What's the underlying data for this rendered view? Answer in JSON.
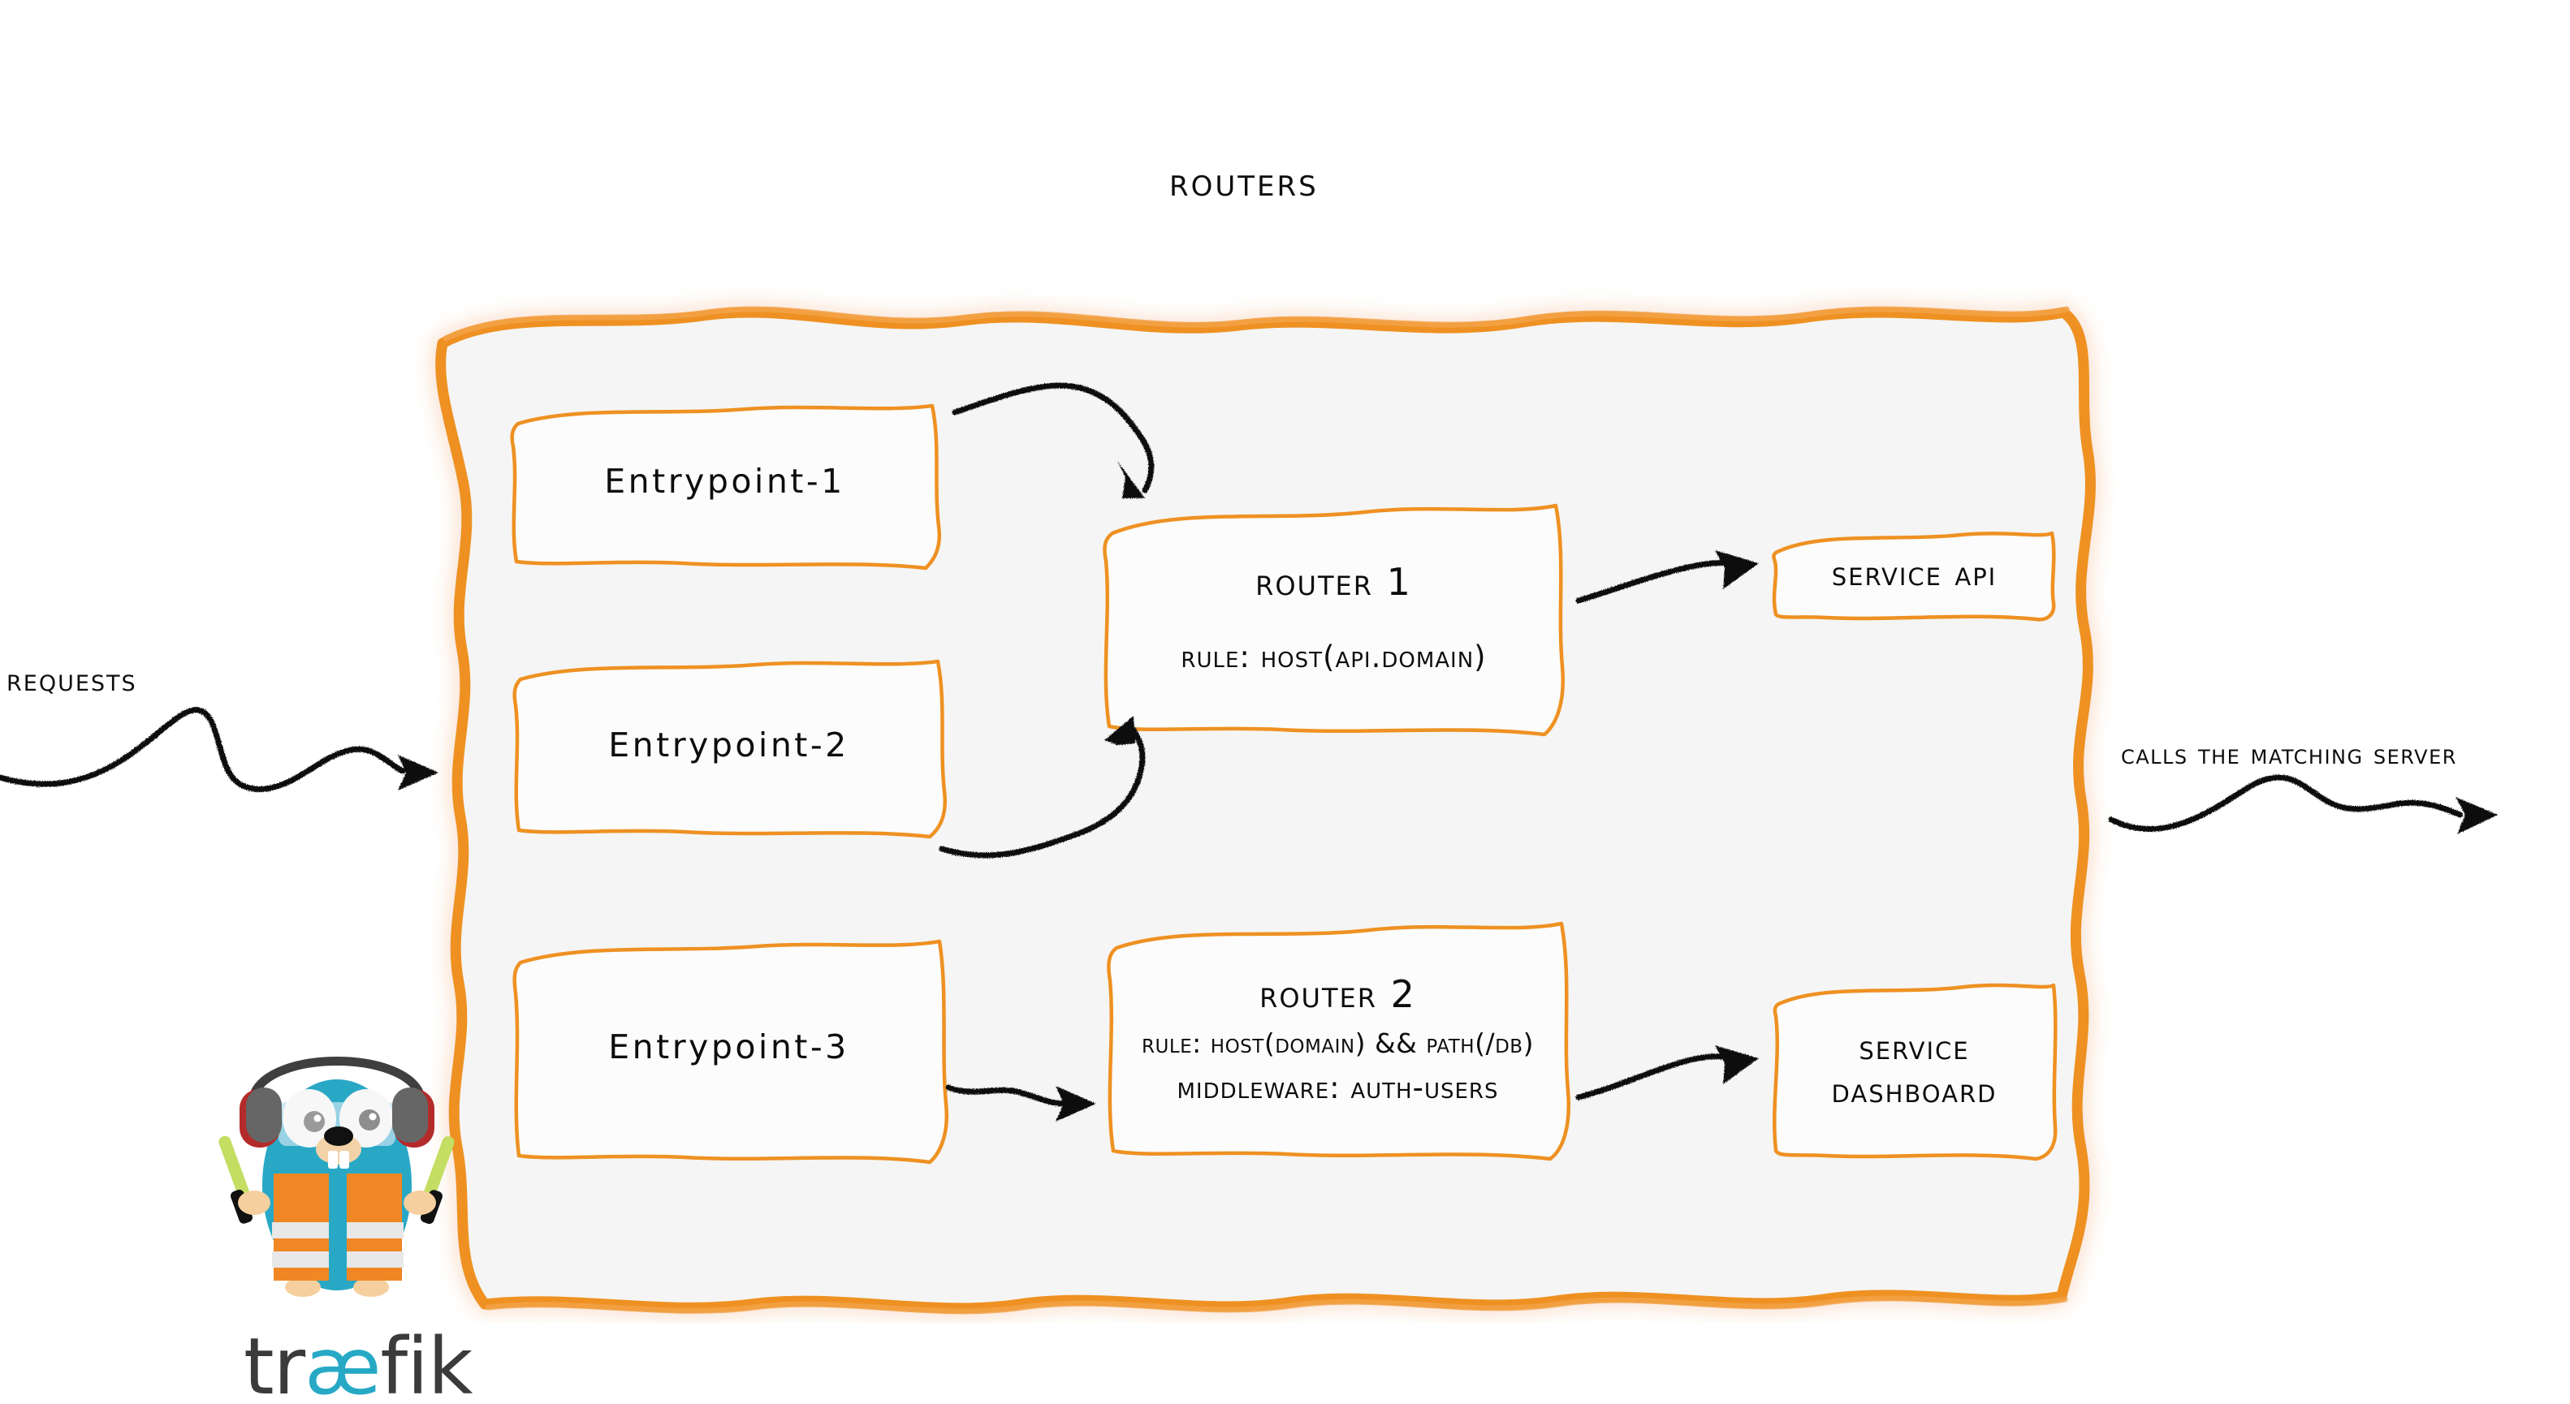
{
  "diagram": {
    "title": "Routers",
    "panel": {
      "fill_color": "#f5f5f5",
      "border_color": "#ee9122",
      "glow_color": "#f7a93e"
    },
    "entrypoints": [
      {
        "id": "entrypoint-1",
        "label": "Entrypoint-1"
      },
      {
        "id": "entrypoint-2",
        "label": "Entrypoint-2"
      },
      {
        "id": "entrypoint-3",
        "label": "Entrypoint-3"
      }
    ],
    "routers": [
      {
        "id": "router-1",
        "title": "Router 1",
        "lines": [
          {
            "key": "rule",
            "text": "rule: Host(api.domain)"
          }
        ]
      },
      {
        "id": "router-2",
        "title": "Router 2",
        "lines": [
          {
            "key": "rule",
            "text": "rule: Host(domain) && Path(/db)"
          },
          {
            "key": "middleware",
            "text": "Middleware: auth-users"
          }
        ]
      }
    ],
    "services": [
      {
        "id": "service-api",
        "label": "Service API",
        "lines": [
          "Service API"
        ]
      },
      {
        "id": "service-dashboard",
        "label": "Service Dashboard",
        "lines": [
          "Service",
          "Dashboard"
        ]
      }
    ],
    "annotations": {
      "left": "Requests",
      "right": "Calls the matching server"
    },
    "connections": [
      {
        "from": "entrypoint-1",
        "to": "router-1"
      },
      {
        "from": "entrypoint-2",
        "to": "router-1"
      },
      {
        "from": "entrypoint-3",
        "to": "router-2"
      },
      {
        "from": "router-1",
        "to": "service-api"
      },
      {
        "from": "router-2",
        "to": "service-dashboard"
      }
    ]
  },
  "branding": {
    "wordmark_prefix": "tr",
    "wordmark_ligature": "æ",
    "wordmark_suffix": "fik",
    "wordmark_color": "#3b3b3b",
    "ligature_color": "#27a9c6",
    "mascot_body_color": "#29a8c6",
    "mascot_vest_color": "#f08724",
    "mascot_stripe_color": "#e8e8e8",
    "mascot_headphone_color": "#5a5a5a",
    "mascot_headphone_accent": "#b42b2b",
    "mascot_wand_color": "#c3de63"
  }
}
